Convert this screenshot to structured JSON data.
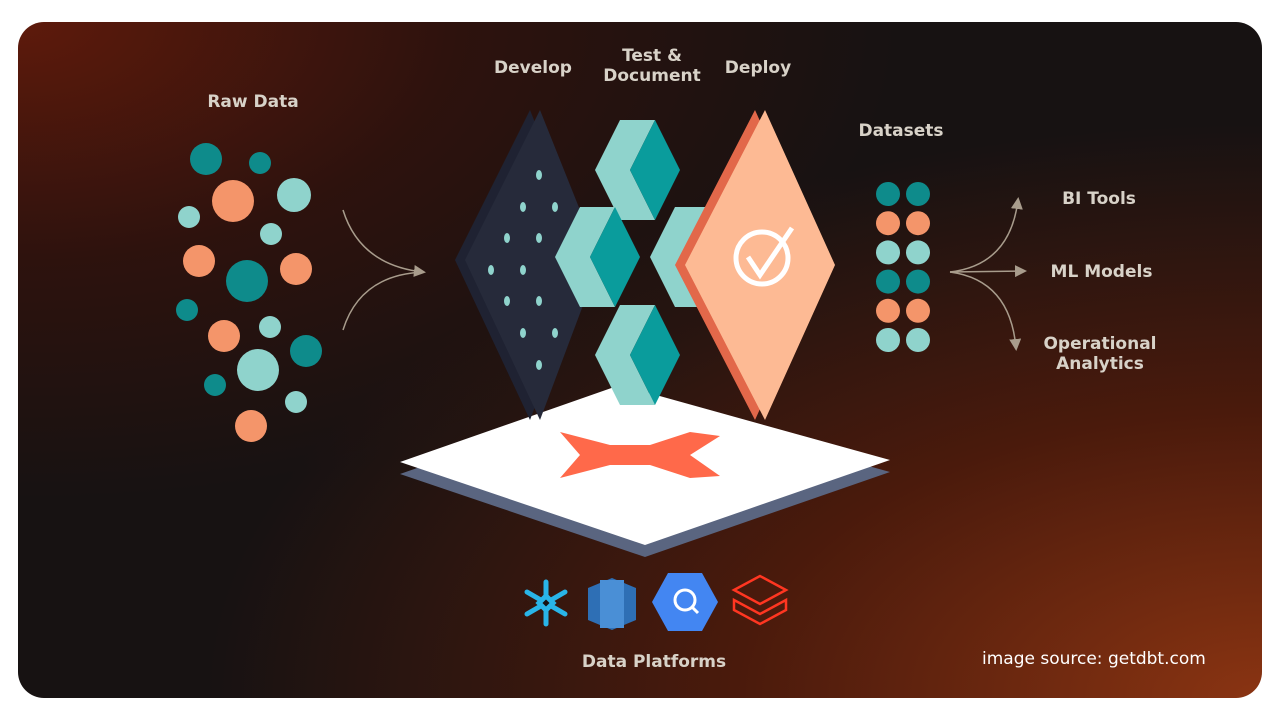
{
  "labels": {
    "raw_data": "Raw Data",
    "develop": "Develop",
    "test_line1": "Test &",
    "test_line2": "Document",
    "deploy": "Deploy",
    "datasets": "Datasets",
    "bi_tools": "BI Tools",
    "ml_models": "ML Models",
    "operational_line1": "Operational",
    "operational_line2": "Analytics",
    "data_platforms": "Data Platforms"
  },
  "source": "image source: getdbt.com",
  "colors": {
    "teal_dark": "#0e8b8b",
    "teal_light": "#8fd3cc",
    "orange": "#f4956a",
    "peach": "#fdba94",
    "navy": "#262a3a",
    "dbt_orange": "#ff694a"
  },
  "platform_icons": [
    "snowflake-icon",
    "redshift-icon",
    "bigquery-icon",
    "databricks-icon"
  ]
}
